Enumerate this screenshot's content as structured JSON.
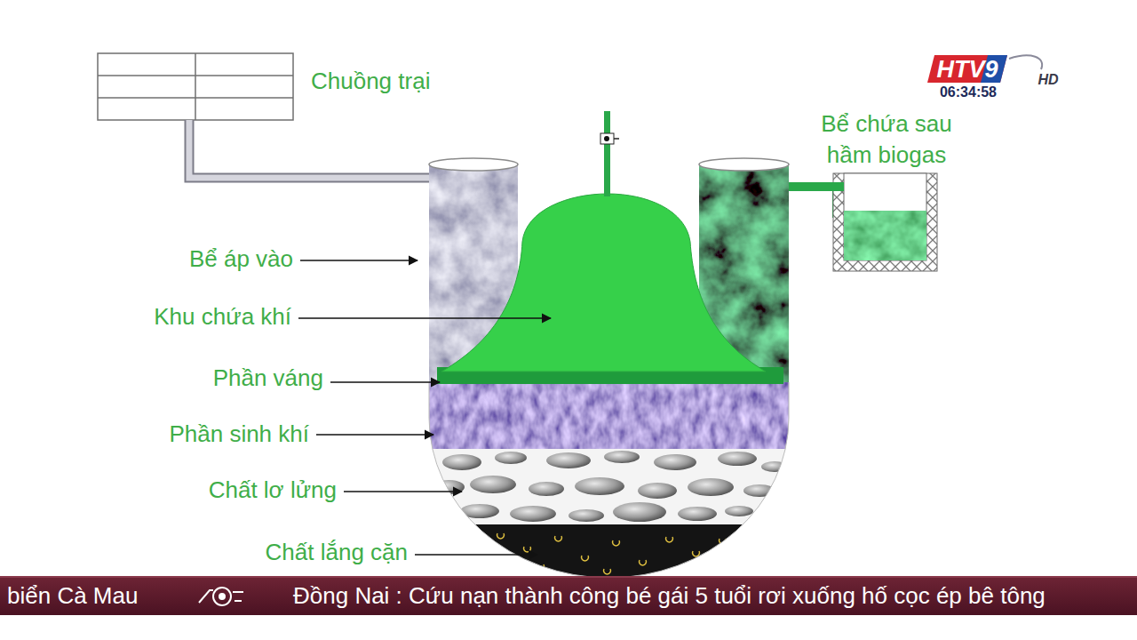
{
  "diagram": {
    "labels": [
      "Chuồng trại",
      "HTV9",
      "HD",
      "06:34:58",
      "Bể chứa sau hầm biogas",
      "Bể áp vào",
      "Khu chứa khí",
      "Phần váng",
      "Phần sinh khí",
      "Chất lơ lửng",
      "Chất lắng cặn",
      "biển Cà Mau",
      "Đồng Nai : Cứu nạn thành công bé gái 5 tuổi rơi xuống hố cọc ép bê tông"
    ]
  }
}
